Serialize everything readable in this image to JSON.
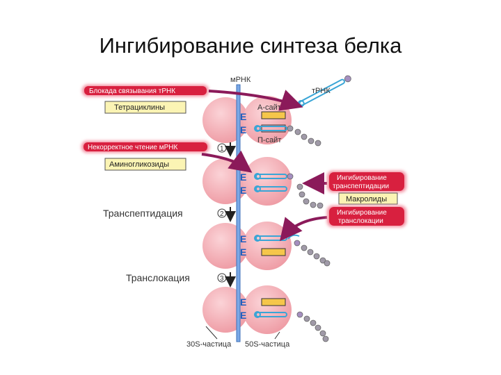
{
  "title": "Ингибирование синтеза белка",
  "labels": {
    "mrna": "мРНК",
    "trna": "тРНК",
    "a_site": "А-сайт",
    "p_site": "П-сайт",
    "e_site": "E",
    "step1": "1",
    "step2": "2",
    "step3": "3",
    "transpeptidation": "Транспептидация",
    "translocation": "Транслокация",
    "subunit_30s": "30S-частица",
    "subunit_50s": "50S-частица"
  },
  "inhibitions": {
    "trna_binding_block": "Блокада связывания тРНК",
    "tetracyclines": "Тетрациклины",
    "misreading": "Некорректное чтение мРНК",
    "aminoglycosides": "Аминогликозиды",
    "transpeptidation_inhibition_line1": "Ингибирование",
    "transpeptidation_inhibition_line2": "транспептидации",
    "macrolides": "Макролиды",
    "translocation_inhibition_line1": "Ингибирование",
    "translocation_inhibition_line2": "транслокации"
  },
  "colors": {
    "ribosome": "#f2a3ab",
    "mrna": "#5b8fd6",
    "trna": "#39a5d6",
    "arrow": "#8b1a5a",
    "red_label": "#d8203f",
    "drug_box": "#fbf4b4",
    "bead": "#a09aa8"
  }
}
